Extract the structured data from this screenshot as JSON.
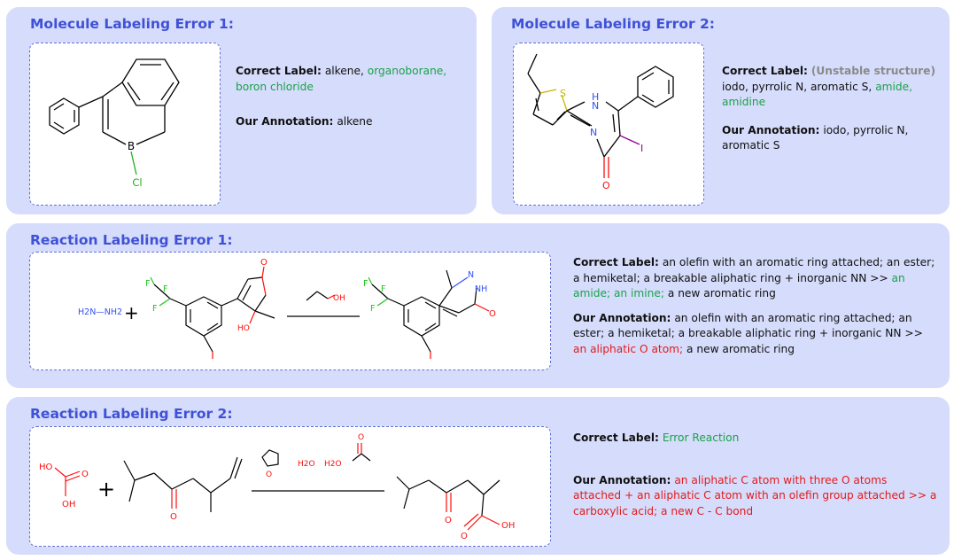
{
  "panels": {
    "mol1": {
      "title": "Molecule Labeling Error 1:",
      "correct_key": "Correct Label:",
      "correct_plain": "alkene,",
      "correct_green": "organoborane, boron chloride",
      "ours_key": "Our Annotation:",
      "ours_plain": "alkene",
      "atoms": {
        "B": "B",
        "Cl": "Cl"
      }
    },
    "mol2": {
      "title": "Molecule Labeling Error 2:",
      "correct_key": "Correct Label:",
      "correct_gray": "(Unstable structure)",
      "correct_plain": "iodo, pyrrolic N, aromatic S,",
      "correct_green": "amide, amidine",
      "ours_key": "Our Annotation:",
      "ours_plain": "iodo, pyrrolic N, aromatic S",
      "atoms": {
        "S": "S",
        "NH": "H",
        "N_top": "N",
        "N": "N",
        "O": "O",
        "I": "I"
      }
    },
    "rxn1": {
      "title": "Reaction Labeling Error 1:",
      "correct_key": "Correct Label:",
      "correct_plain": "an olefin with an aromatic ring attached; an ester; a hemiketal; a breakable aliphatic ring + inorganic NN >>",
      "correct_green": "an amide; an imine;",
      "correct_tail": "a new aromatic ring",
      "ours_key": "Our Annotation:",
      "ours_plain": "an olefin with an aromatic ring attached; an ester; a hemiketal; a breakable aliphatic ring + inorganic NN >>",
      "ours_red": "an aliphatic O atom;",
      "ours_tail": "a new aromatic ring",
      "atoms": {
        "hydrazine": "H2N—NH2",
        "F": "F",
        "O": "O",
        "HO": "HO",
        "OH": "OH",
        "N": "N",
        "NH": "NH",
        "plus": "+"
      }
    },
    "rxn2": {
      "title": "Reaction Labeling Error 2:",
      "correct_key": "Correct Label:",
      "correct_green": "Error Reaction",
      "ours_key": "Our Annotation:",
      "ours_red": "an aliphatic C atom with three O atoms attached + an aliphatic C atom with an olefin group attached >> a carboxylic acid; a new C - C bond",
      "atoms": {
        "HO": "HO",
        "O": "O",
        "OH": "OH",
        "plus": "+",
        "H2O": "H2O"
      }
    }
  },
  "colors": {
    "panel": "#d6dcfb",
    "title": "#3f51d6",
    "green": "#1aa34a",
    "red": "#e31b1b",
    "oxygen": "#ff0d0d",
    "nitrogen": "#3050f8",
    "fluorine": "#1ec41e",
    "sulfur": "#c8b400",
    "iodine": "#940094",
    "chlorine": "#1fb01f"
  }
}
